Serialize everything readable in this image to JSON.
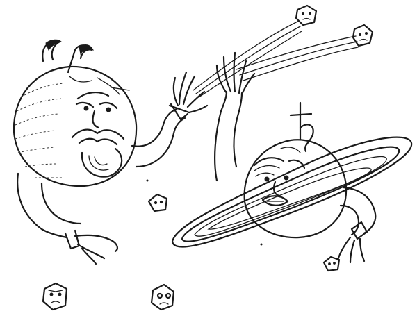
{
  "image": {
    "style": "black ink line drawing on white",
    "colors": {
      "background": "#ffffff",
      "ink": "#1a1a1a"
    }
  },
  "figures": [
    {
      "name": "jupiter-planet",
      "symbol": "♃",
      "icon": "jupiter-symbol-icon"
    },
    {
      "name": "saturn-planet",
      "symbol": "♄",
      "icon": "saturn-symbol-icon"
    }
  ],
  "objects": [
    "comet-rock-1",
    "comet-rock-2",
    "thrown-rock",
    "held-rock",
    "small-rock-face-1",
    "small-rock-face-2"
  ]
}
